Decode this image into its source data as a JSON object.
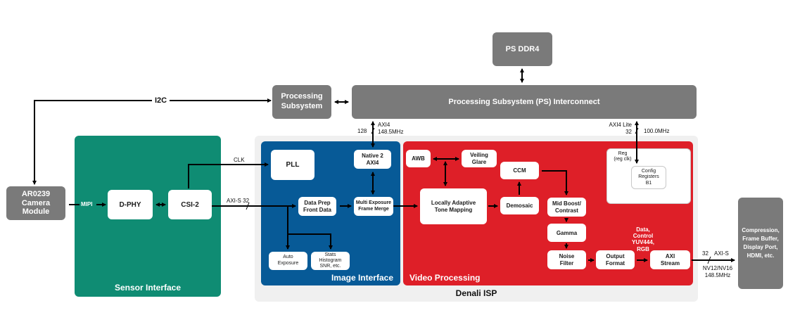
{
  "colors": {
    "gray_box": "#7a7a7a",
    "sensor_interface": "#0f8c73",
    "image_interface": "#075a97",
    "video_processing": "#de1f28",
    "denali_bg": "#f0f0f0"
  },
  "external": {
    "camera": "AR0239 Camera Module",
    "camera_lines": [
      "AR0239",
      "Camera",
      "Module"
    ],
    "ps_ddr4": "PS DDR4",
    "processing_subsystem_lines": [
      "Processing",
      "Subsystem"
    ],
    "ps_interconnect": "Processing Subsystem (PS) Interconnect",
    "output_sink_lines": [
      "Compression,",
      "Frame Buffer,",
      "Display Port,",
      "HDMI, etc."
    ]
  },
  "regions": {
    "sensor_interface": "Sensor Interface",
    "image_interface": "Image Interface",
    "video_processing": "Video Processing",
    "denali_isp": "Denali ISP"
  },
  "sensor_blocks": {
    "dphy": "D-PHY",
    "csi2": "CSI-2"
  },
  "image_blocks": {
    "pll": "PLL",
    "native2axi4": [
      "Native 2",
      "AXI4"
    ],
    "data_prep": [
      "Data Prep",
      "Front Data"
    ],
    "multi_exposure": [
      "Multi Exposure",
      "Frame Merge"
    ],
    "auto_exposure": [
      "Auto",
      "Exposure"
    ],
    "stats": [
      "Stats",
      "Histogram",
      "SNR, etc."
    ]
  },
  "video_blocks": {
    "awb": "AWB",
    "veiling_glare": [
      "Veiling",
      "Glare"
    ],
    "ccm": "CCM",
    "tone_mapping": [
      "Locally Adaptive",
      "Tone Mapping"
    ],
    "demosaic": "Demosaic",
    "mid_boost": [
      "Mid Boost/",
      "Contrast"
    ],
    "gamma": "Gamma",
    "noise_filter": [
      "Noise",
      "Filter"
    ],
    "output_format": [
      "Output",
      "Format"
    ],
    "axi_stream": [
      "AXI",
      "Stream"
    ],
    "reg_label": [
      "Reg",
      "(reg clk)"
    ],
    "config_registers": [
      "Config",
      "Registers",
      "B1"
    ],
    "data_note": [
      "Data,",
      "Control",
      "YUV444,",
      "RGB"
    ]
  },
  "signals": {
    "i2c": "I2C",
    "mipi": "MIPI",
    "clk": "CLK",
    "axis32": "AXI-S 32",
    "axi4_width": "128",
    "axi4_lines": [
      "AXI4",
      "148.5MHz"
    ],
    "axi4lite_lines": [
      "AXI4 Lite",
      "32"
    ],
    "axi4lite_freq": "100.0MHz",
    "out_width": "32",
    "out_proto": "AXI-S",
    "out_fmt_lines": [
      "NV12/NV16",
      "148.5MHz"
    ]
  }
}
